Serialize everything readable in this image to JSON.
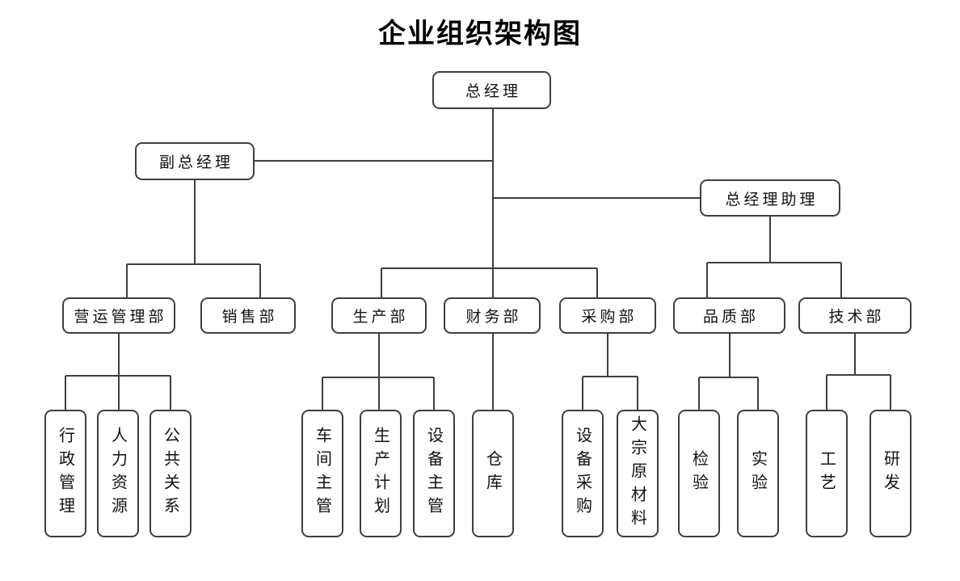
{
  "title": "企业组织架构图",
  "style": {
    "line_color": "#3f3f3f",
    "box_background": "#ffffff",
    "text_color": "#111111"
  },
  "nodes": {
    "gm": {
      "label": "总经理"
    },
    "deputy_gm": {
      "label": "副总经理"
    },
    "gm_assistant": {
      "label": "总经理助理"
    },
    "operations": {
      "label": "营运管理部"
    },
    "sales": {
      "label": "销售部"
    },
    "production": {
      "label": "生产部"
    },
    "finance": {
      "label": "财务部"
    },
    "purchasing": {
      "label": "采购部"
    },
    "quality": {
      "label": "品质部"
    },
    "technology": {
      "label": "技术部"
    },
    "admin": {
      "label": "行政管理"
    },
    "hr": {
      "label": "人力资源"
    },
    "pr": {
      "label": "公共关系"
    },
    "workshop_supervisor": {
      "label": "车间主管"
    },
    "production_planning": {
      "label": "生产计划"
    },
    "equipment_supervisor": {
      "label": "设备主管"
    },
    "warehouse": {
      "label": "仓库"
    },
    "equipment_purchasing": {
      "label": "设备采购"
    },
    "bulk_raw_materials": {
      "label": "大宗原材料"
    },
    "inspection": {
      "label": "检验"
    },
    "laboratory": {
      "label": "实验"
    },
    "process": {
      "label": "工艺"
    },
    "rnd": {
      "label": "研发"
    }
  },
  "hierarchy": {
    "root": "gm",
    "children": {
      "gm": [
        "deputy_gm",
        "production",
        "finance",
        "purchasing",
        "gm_assistant"
      ],
      "deputy_gm": [
        "operations",
        "sales"
      ],
      "operations": [
        "admin",
        "hr",
        "pr"
      ],
      "production": [
        "workshop_supervisor",
        "production_planning",
        "equipment_supervisor"
      ],
      "finance": [
        "warehouse"
      ],
      "purchasing": [
        "equipment_purchasing",
        "bulk_raw_materials"
      ],
      "gm_assistant": [
        "quality",
        "technology"
      ],
      "quality": [
        "inspection",
        "laboratory"
      ],
      "technology": [
        "process",
        "rnd"
      ]
    }
  }
}
